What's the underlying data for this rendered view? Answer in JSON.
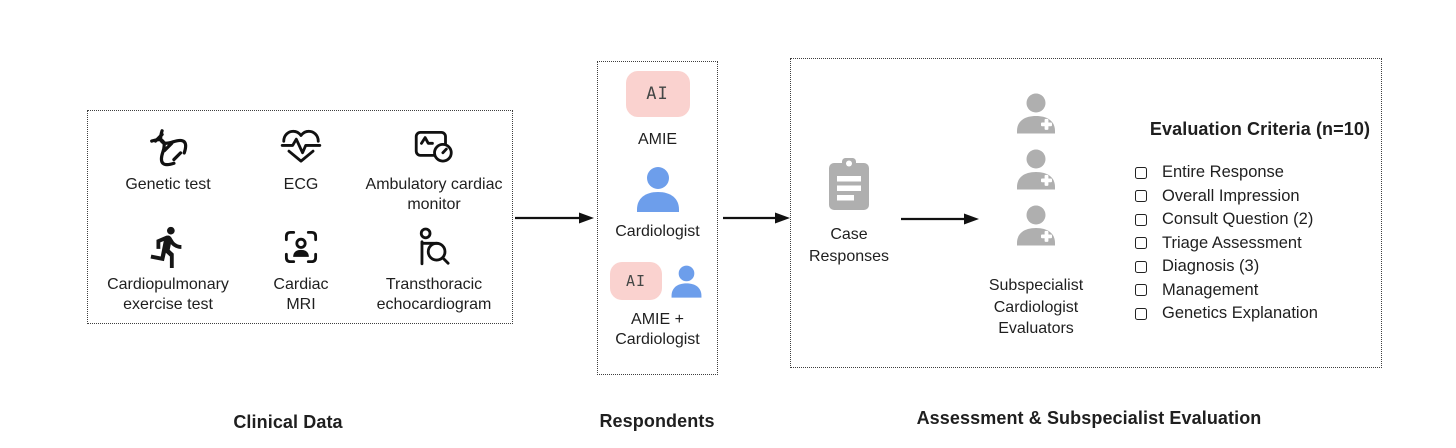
{
  "palette": {
    "ai_badge_bg": "#FAD2CF",
    "ai_badge_text": "#444746",
    "person_blue": "#6D9EEB",
    "icon_gray": "#AFAFAF",
    "ink": "#1F1F1F"
  },
  "footers": {
    "clinical": "Clinical Data",
    "respondents": "Respondents",
    "assessment": "Assessment & Subspecialist Evaluation"
  },
  "clinical": {
    "items": [
      {
        "icon": "dna-icon",
        "label": "Genetic test"
      },
      {
        "icon": "ecg-heart-icon",
        "label": "ECG"
      },
      {
        "icon": "cardiac-monitor-icon",
        "label": "Ambulatory cardiac monitor"
      },
      {
        "icon": "runner-icon",
        "label": "Cardiopulmonary exercise test"
      },
      {
        "icon": "person-scan-icon",
        "label": "Cardiac MRI"
      },
      {
        "icon": "person-magnifier-icon",
        "label": "Transthoracic echocardiogram"
      }
    ]
  },
  "respondents": {
    "ai_badge": "AI",
    "amie_label": "AMIE",
    "cardiologist_label": "Cardiologist",
    "combo_label": "AMIE + Cardiologist"
  },
  "assessment": {
    "case_responses_label": "Case Responses",
    "evaluators_label": "Subspecialist Cardiologist Evaluators",
    "criteria_title": "Evaluation Criteria (n=10)",
    "criteria": [
      "Entire Response",
      "Overall Impression",
      "Consult Question (2)",
      "Triage Assessment",
      "Diagnosis (3)",
      "Management",
      "Genetics Explanation"
    ]
  }
}
